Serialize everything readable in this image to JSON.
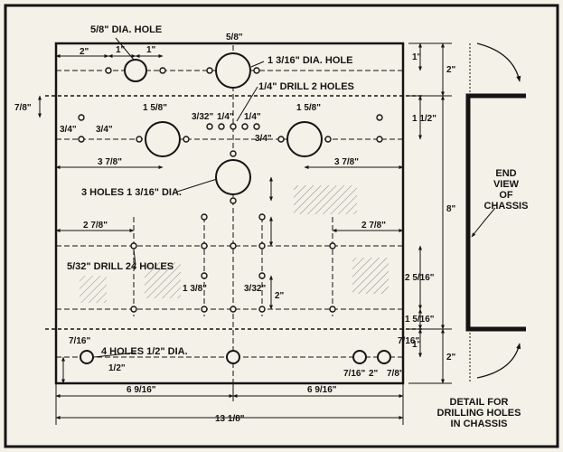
{
  "labels": {
    "hole_5_8": "5/8\" DIA. HOLE",
    "hole_1_3_16_top": "1 3/16\" DIA. HOLE",
    "drill_2_holes": "1/4\" DRILL 2 HOLES",
    "three_holes": "3 HOLES 1 3/16\" DIA.",
    "drill_24": "5/32\" DRILL 24 HOLES",
    "four_holes": "4 HOLES 1/2\" DIA.",
    "end_view_1": "END",
    "end_view_2": "VIEW",
    "end_view_3": "OF",
    "end_view_4": "CHASSIS",
    "detail_1": "DETAIL FOR",
    "detail_2": "DRILLING HOLES",
    "detail_3": "IN CHASSIS"
  },
  "dimensions": {
    "top_2": "2\"",
    "top_1a": "1\"",
    "top_1b": "1\"",
    "top_5_8": "5/8\"",
    "left_7_8": "7/8\"",
    "left_3_4a": "3/4\"",
    "left_3_4b": "3/4\"",
    "mid_1_5_8a": "1 5/8\"",
    "mid_1_5_8b": "1 5/8\"",
    "mid_3_32a": "3/32\"",
    "mid_1_4a": "1/4\"",
    "mid_1_4b": "1/4\"",
    "mid_3_4c": "3/4\"",
    "left_3_7_8": "3 7/8\"",
    "right_3_7_8": "3 7/8\"",
    "left_2_7_8": "2 7/8\"",
    "right_2_7_8": "2 7/8\"",
    "sub_1_3_8": "1 3/8\"",
    "sub_3_32": "3/32\"",
    "sub_2": "2\"",
    "bot_7_16a": "7/16\"",
    "bot_7_16b": "7/16\"",
    "bot_1_2": "1/2\"",
    "bot_7_16c": "7/16\"",
    "bot_2": "2\"",
    "bot_7_8": "7/8\"",
    "bot_6_9_16a": "6 9/16\"",
    "bot_6_9_16b": "6 9/16\"",
    "bot_13_1_8": "13 1/8\"",
    "right_2a": "2\"",
    "right_1a": "1\"",
    "right_1_1_2": "1 1/2\"",
    "right_8": "8\"",
    "right_2_5_16": "2 5/16\"",
    "right_1_5_16": "1 5/16\"",
    "right_1b": "1\"",
    "right_2b": "2\""
  }
}
